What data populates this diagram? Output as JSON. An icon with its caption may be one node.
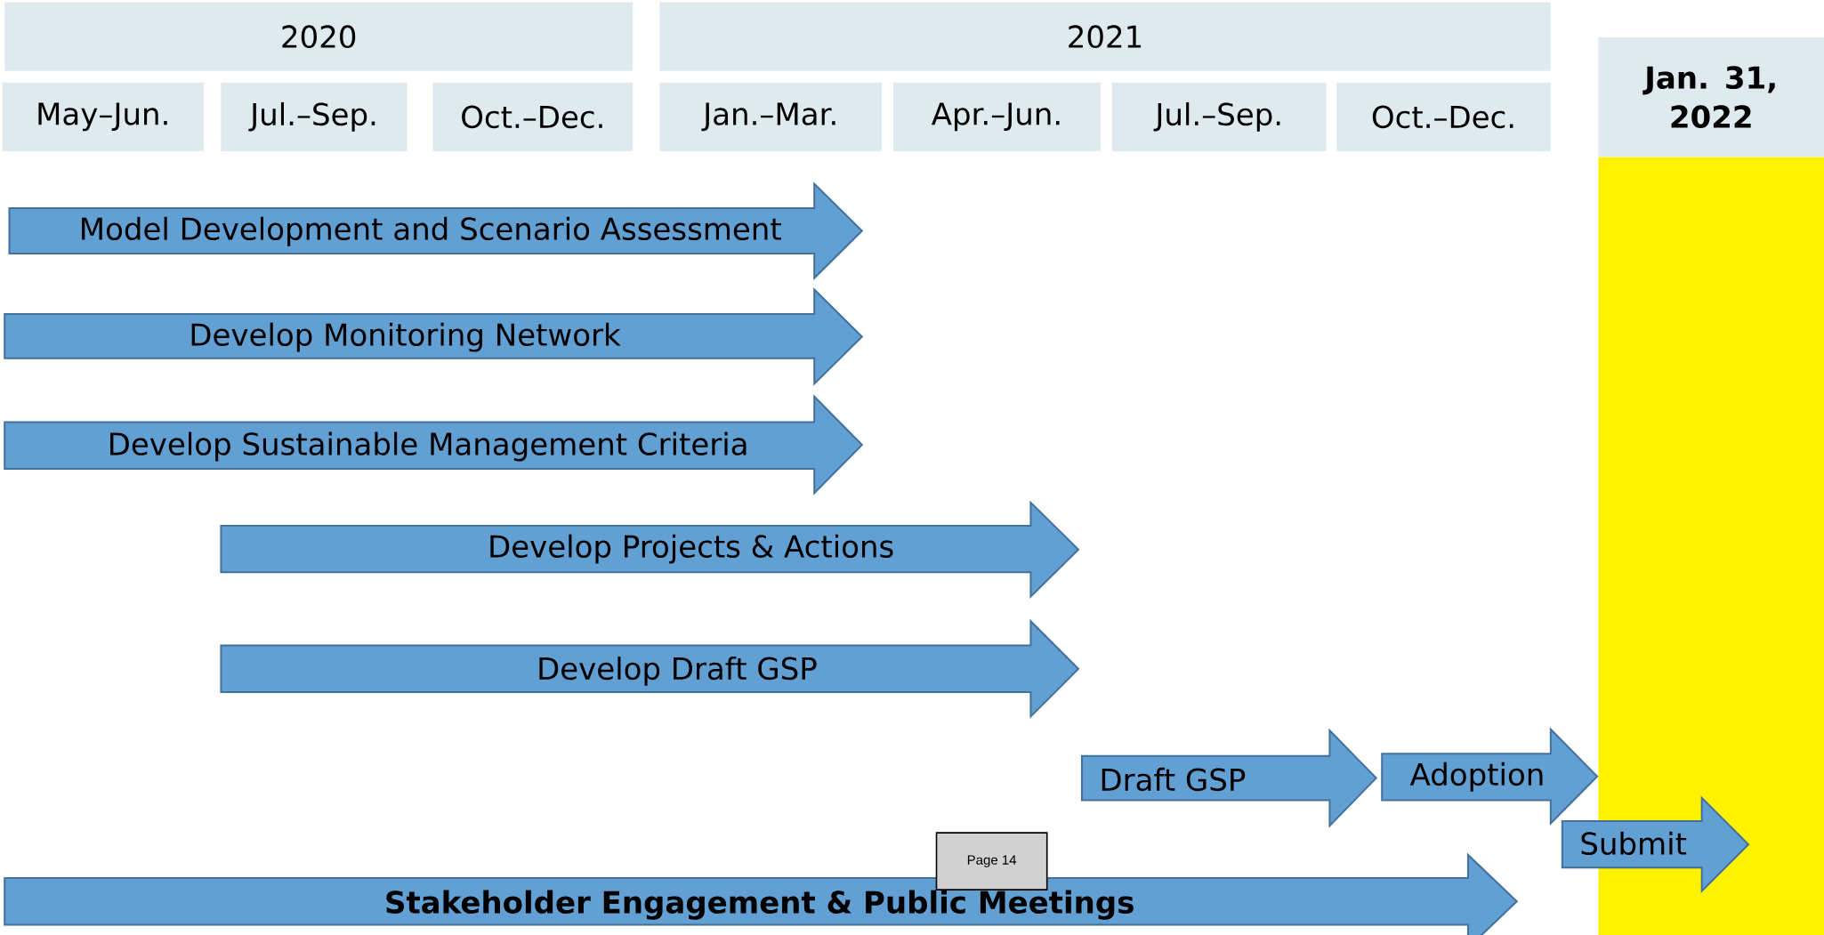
{
  "diagram": {
    "nodes": [
      {
        "text": [
          "2020"
        ]
      },
      {
        "text": [
          "2021"
        ]
      },
      {
        "text": [
          "Jan. 31, 2022"
        ]
      },
      {
        "text": [
          "May–Jun."
        ]
      },
      {
        "text": [
          "Jul.–Sep."
        ]
      },
      {
        "text": [
          "Oct.–Dec."
        ]
      },
      {
        "text": [
          "Jan.–Mar."
        ]
      },
      {
        "text": [
          "Apr.–Jun."
        ]
      },
      {
        "text": [
          "Jul.–Sep."
        ]
      },
      {
        "text": [
          "Oct.–Dec."
        ]
      },
      {
        "text": [
          "Model Development and Scenario Assessment"
        ]
      },
      {
        "text": [
          "Develop Monitoring Network"
        ]
      },
      {
        "text": [
          "Develop Sustainable Management Criteria"
        ]
      },
      {
        "text": [
          "Develop Projects & Actions"
        ]
      },
      {
        "text": [
          "Develop Draft GSP"
        ]
      },
      {
        "text": [
          "Draft GSP"
        ]
      },
      {
        "text": [
          "Adoption"
        ]
      },
      {
        "text": [
          "Submit"
        ]
      },
      {
        "text": [
          "Page 14"
        ]
      },
      {
        "text": [
          "Stakeholder Engagement & Public Meetings"
        ]
      }
    ]
  }
}
